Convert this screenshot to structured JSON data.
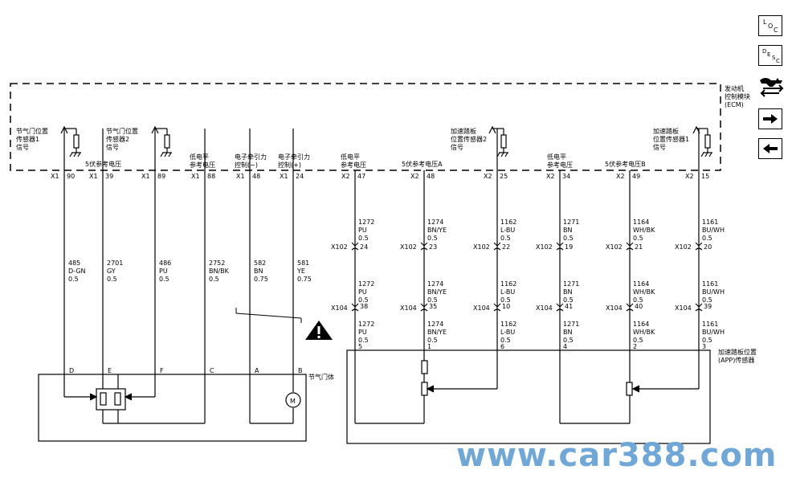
{
  "ecm": {
    "name": "发动机控制模块",
    "label_line1": "发动机",
    "label_line2": "控制模块",
    "abbr": "(ECM)"
  },
  "signals": {
    "tps1": [
      "节气门位置",
      "传感器1",
      "信号"
    ],
    "tps2": [
      "节气门位置",
      "传感器2",
      "信号"
    ],
    "low_ref_1": [
      "低电平",
      "参考电压"
    ],
    "motor_minus": [
      "电子牵引力",
      "控制(−)"
    ],
    "motor_plus": [
      "电子牵引力",
      "控制(+)"
    ],
    "low_ref_2": [
      "低电平",
      "参考电压"
    ],
    "app2": [
      "加速踏板",
      "位置传感器2",
      "信号"
    ],
    "low_ref_3": [
      "低电平",
      "参考电压"
    ],
    "app1": [
      "加速踏板",
      "位置传感器1",
      "信号"
    ],
    "ref_5v_1": "5伏参考电压",
    "ref_5v_a": "5伏参考电压A",
    "ref_5v_b": "5伏参考电压B"
  },
  "x1_pins": [
    {
      "conn": "X1",
      "pin": "90",
      "circuit": "485",
      "color": "D-GN",
      "gauge": "0.5",
      "end": "D"
    },
    {
      "conn": "X1",
      "pin": "39",
      "circuit": "2701",
      "color": "GY",
      "gauge": "0.5",
      "end": "E"
    },
    {
      "conn": "X1",
      "pin": "89",
      "circuit": "486",
      "color": "PU",
      "gauge": "0.5",
      "end": "F"
    },
    {
      "conn": "X1",
      "pin": "88",
      "circuit": "2752",
      "color": "BN/BK",
      "gauge": "0.5",
      "end": "C"
    },
    {
      "conn": "X1",
      "pin": "48",
      "circuit": "582",
      "color": "BN",
      "gauge": "0.75",
      "end": "A"
    },
    {
      "conn": "X1",
      "pin": "24",
      "circuit": "581",
      "color": "YE",
      "gauge": "0.75",
      "end": "B"
    }
  ],
  "x2_pins": [
    {
      "conn": "X2",
      "pin": "47",
      "circuit": "1272",
      "color": "PU",
      "gauge": "0.5",
      "x102_pin": "24",
      "x104_pin": "38",
      "app_pin": "5"
    },
    {
      "conn": "X2",
      "pin": "48",
      "circuit": "1274",
      "color": "BN/YE",
      "gauge": "0.5",
      "x102_pin": "23",
      "x104_pin": "35",
      "app_pin": "1"
    },
    {
      "conn": "X2",
      "pin": "25",
      "circuit": "1162",
      "color": "L-BU",
      "gauge": "0.5",
      "x102_pin": "22",
      "x104_pin": "10",
      "app_pin": "6"
    },
    {
      "conn": "X2",
      "pin": "34",
      "circuit": "1271",
      "color": "BN",
      "gauge": "0.5",
      "x102_pin": "19",
      "x104_pin": "41",
      "app_pin": "4"
    },
    {
      "conn": "X2",
      "pin": "49",
      "circuit": "1164",
      "color": "WH/BK",
      "gauge": "0.5",
      "x102_pin": "21",
      "x104_pin": "40",
      "app_pin": "2"
    },
    {
      "conn": "X2",
      "pin": "15",
      "circuit": "1161",
      "color": "BU/WH",
      "gauge": "0.5",
      "x102_pin": "20",
      "x104_pin": "39",
      "app_pin": "3"
    }
  ],
  "connectors": {
    "x102": "X102",
    "x104": "X104"
  },
  "throttle_body": "节气门体",
  "app_sensor": [
    "加速踏板位置",
    "(APP)传感器"
  ],
  "motor_symbol": "M",
  "watermark": "www.car388.com",
  "nav": {
    "loc": {
      "l1": "L",
      "l2": "O",
      "l3": "C"
    },
    "desc": {
      "l1": "D",
      "l2": "E",
      "l3": "S",
      "l4": "C"
    }
  }
}
